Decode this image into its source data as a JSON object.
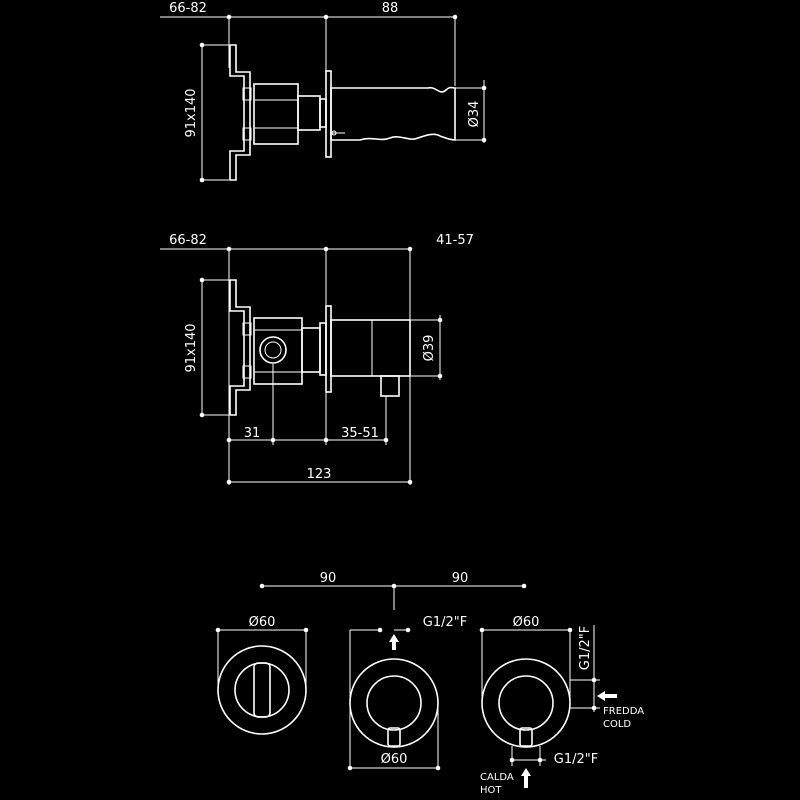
{
  "colors": {
    "background": "#000000",
    "line": "#ffffff"
  },
  "spout_view": {
    "dim_top_left": "66-82",
    "dim_top_right": "88",
    "dim_side": "91x140",
    "dim_diameter": "Ø34"
  },
  "mixer_view": {
    "dim_top_left": "66-82",
    "dim_top_right": "41-57",
    "dim_side": "91x140",
    "dim_diameter": "Ø39",
    "dim_bottom_left": "31",
    "dim_bottom_right": "35-51",
    "dim_total": "123"
  },
  "front_view": {
    "spacing_left": "90",
    "spacing_right": "90",
    "left_diameter": "Ø60",
    "center_thread": "G1/2\"F",
    "right_diameter": "Ø60",
    "center_bottom_diameter": "Ø60",
    "right_side_thread": "G1/2\"F",
    "right_bottom_thread": "G1/2\"F",
    "cold_label_it": "FREDDA",
    "cold_label_en": "COLD",
    "hot_label_it": "CALDA",
    "hot_label_en": "HOT"
  }
}
